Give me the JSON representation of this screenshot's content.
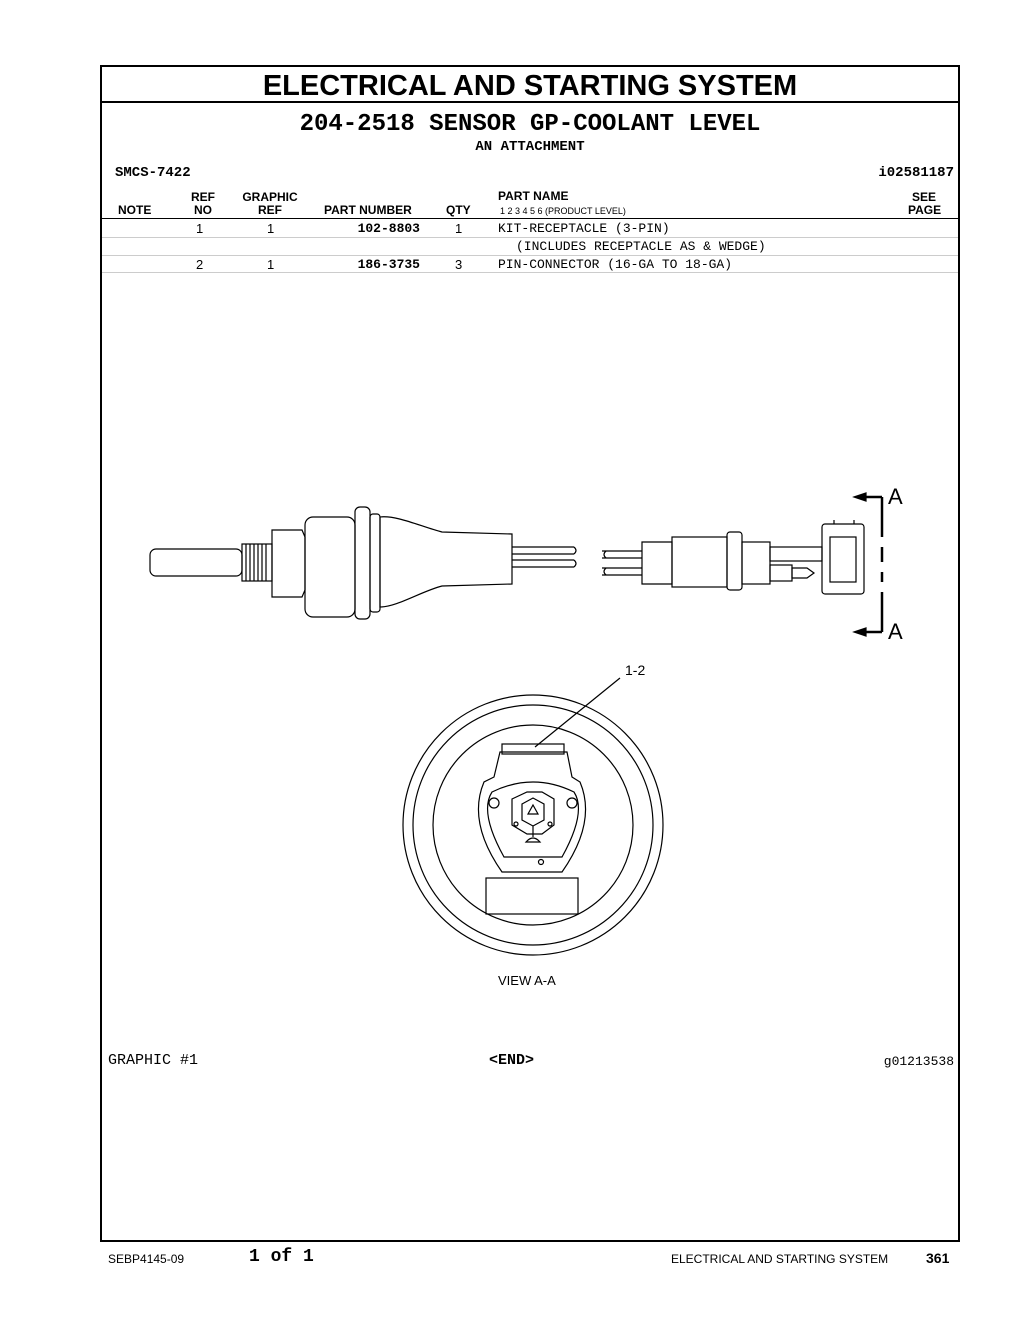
{
  "header": {
    "title": "ELECTRICAL AND STARTING SYSTEM",
    "subtitle": "204-2518 SENSOR GP-COOLANT LEVEL",
    "subsubtitle": "AN ATTACHMENT",
    "smcs": "SMCS-7422",
    "ident": "i02581187"
  },
  "table": {
    "col_note": "NOTE",
    "col_ref_top": "REF",
    "col_ref_bottom": "NO",
    "col_graphic_top": "GRAPHIC",
    "col_graphic_bottom": "REF",
    "col_part_number": "PART NUMBER",
    "col_qty": "QTY",
    "col_part_name": "PART NAME",
    "col_levels": "1   2   3   4   5   6   (PRODUCT LEVEL)",
    "col_see_top": "SEE",
    "col_see_bottom": "PAGE",
    "rows": [
      {
        "ref": "1",
        "graphic": "1",
        "part_number": "102-8803",
        "qty": "1",
        "name": "KIT-RECEPTACLE (3-PIN)"
      },
      {
        "ref": "",
        "graphic": "",
        "part_number": "",
        "qty": "",
        "name": "(INCLUDES RECEPTACLE AS & WEDGE)"
      },
      {
        "ref": "2",
        "graphic": "1",
        "part_number": "186-3735",
        "qty": "3",
        "name": "PIN-CONNECTOR (16-GA TO 18-GA)"
      }
    ]
  },
  "graphic": {
    "section_label_top": "A",
    "section_label_bottom": "A",
    "callout": "1-2",
    "view_label": "VIEW A-A",
    "graphic_label": "GRAPHIC #1",
    "end_label": "<END>",
    "graphic_id": "g01213538"
  },
  "footer": {
    "doc": "SEBP4145-09",
    "page_of": "1 of 1",
    "section": "ELECTRICAL AND STARTING SYSTEM",
    "page_number": "361"
  }
}
